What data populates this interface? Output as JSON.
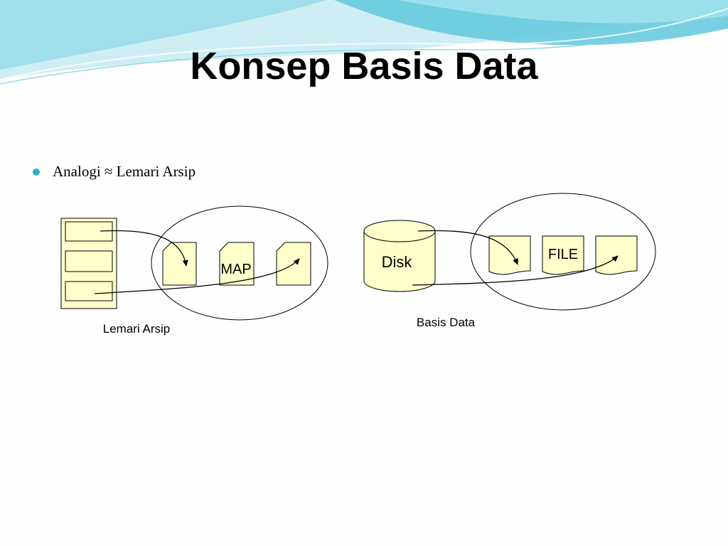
{
  "title": "Konsep Basis Data",
  "bullet": {
    "text": "Analogi ≈ Lemari Arsip"
  },
  "diagram": {
    "cabinet_caption": "Lemari Arsip",
    "map_label": "MAP",
    "disk_label": "Disk",
    "file_label": "FILE",
    "database_caption": "Basis Data"
  },
  "colors": {
    "shape_fill": "#ffffcc",
    "outline": "#000000",
    "bullet": "#2ab3c9",
    "wave_light": "#bfe9f0",
    "wave_dark": "#6fd0e0"
  }
}
